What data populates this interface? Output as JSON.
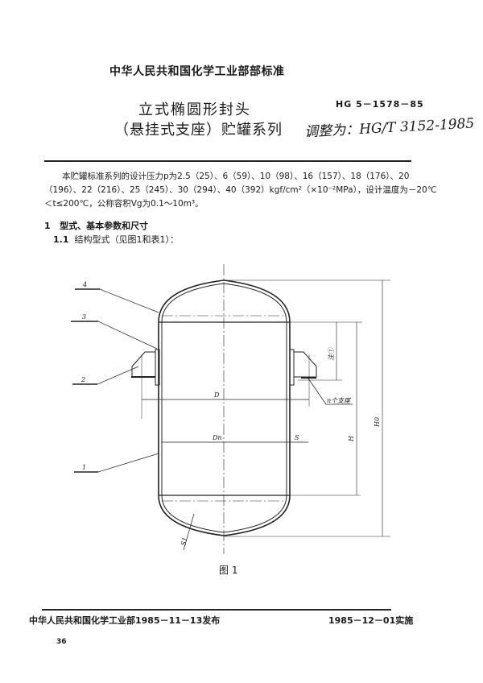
{
  "header": {
    "organization": "中华人民共和国化学工业部部标准"
  },
  "title": {
    "line1": "立式椭圆形封头",
    "line2": "（悬挂式支座）贮罐系列"
  },
  "standard_code": "HG 5－1578－85",
  "handwritten_note": "调整为：HG/T 3152-1985",
  "intro": "本贮罐标准系列的设计压力p为2.5（25）、6（59）、10（98）、16（157）、18（176）、20（196）、22（216）、25（245）、30（294）、40（392）kgf/cm²（×10⁻²MPa），设计温度为－20℃＜t≤200℃，公称容积Vg为0.1～10m³。",
  "section1": {
    "number": "1",
    "title": "型式、基本参数和尺寸"
  },
  "section1_1": {
    "number": "1.1",
    "text": "结构型式（见图1和表1）："
  },
  "figure": {
    "caption": "图 1",
    "part_labels": [
      "1",
      "2",
      "3",
      "4"
    ],
    "dims": {
      "D": "D",
      "Dn": "Dn",
      "S": "S",
      "S1": "S1",
      "H": "H",
      "H0": "H0",
      "note": "注①",
      "supports": "n个支座"
    }
  },
  "footer": {
    "issued": "中华人民共和国化学工业部1985－11－13发布",
    "effective": "1985－12－01实施",
    "page_number": "36"
  }
}
